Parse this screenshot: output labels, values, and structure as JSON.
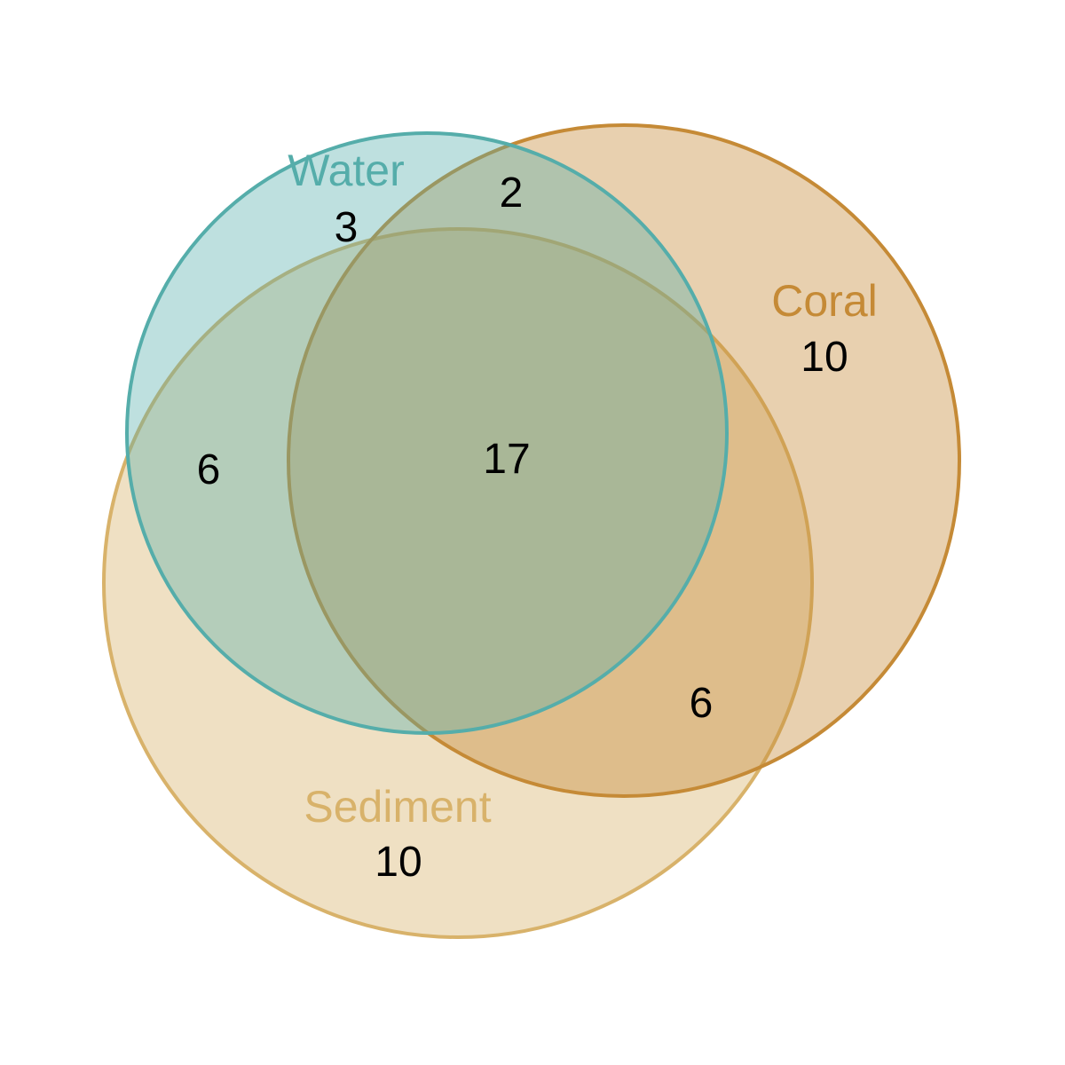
{
  "chart_data": {
    "type": "venn",
    "sets": [
      {
        "name": "Water",
        "color": "#55ADAA"
      },
      {
        "name": "Coral",
        "color": "#C58A36"
      },
      {
        "name": "Sediment",
        "color": "#D8B26A"
      }
    ],
    "regions": {
      "water_only": "3",
      "water_coral": "2",
      "coral_only": "10",
      "water_sediment": "6",
      "all_three": "17",
      "coral_sediment": "6",
      "sediment_only": "10"
    }
  }
}
